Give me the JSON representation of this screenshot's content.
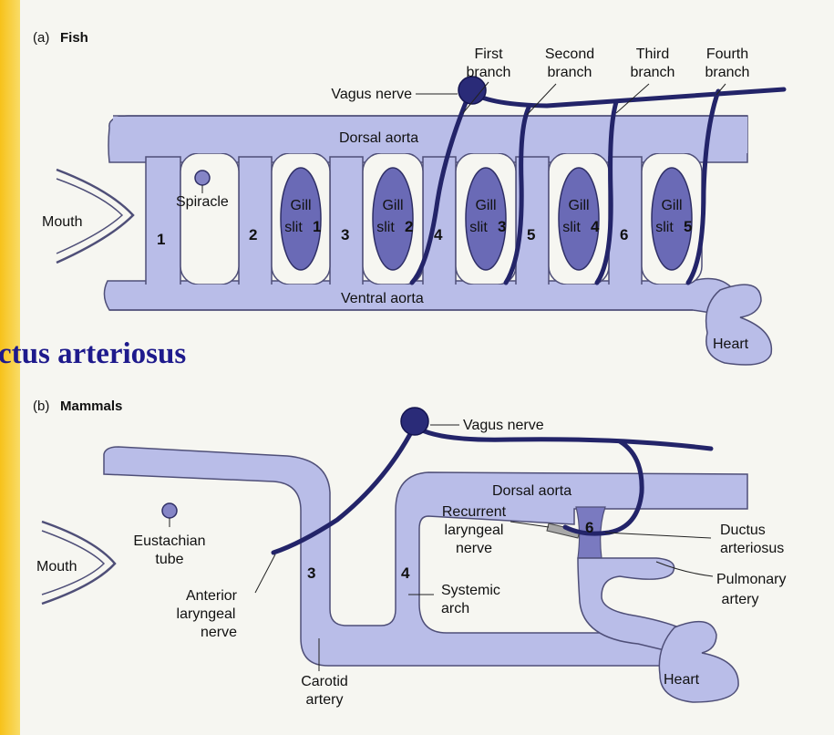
{
  "slide_title": "ctus arteriosus",
  "fish": {
    "panel_letter": "(a)",
    "panel_name": "Fish",
    "branches": [
      {
        "line1": "First",
        "line2": "branch"
      },
      {
        "line1": "Second",
        "line2": "branch"
      },
      {
        "line1": "Third",
        "line2": "branch"
      },
      {
        "line1": "Fourth",
        "line2": "branch"
      }
    ],
    "vagus_nerve": "Vagus nerve",
    "dorsal_aorta": "Dorsal aorta",
    "ventral_aorta": "Ventral aorta",
    "spiracle": "Spiracle",
    "mouth": "Mouth",
    "heart": "Heart",
    "arch_numbers": [
      "1",
      "2",
      "3",
      "4",
      "5",
      "6"
    ],
    "gill_word": "Gill",
    "slit_word": "slit",
    "slit_numbers": [
      "1",
      "2",
      "3",
      "4",
      "5"
    ]
  },
  "mammal": {
    "panel_letter": "(b)",
    "panel_name": "Mammals",
    "vagus_nerve": "Vagus nerve",
    "dorsal_aorta": "Dorsal aorta",
    "recurrent_laryngeal": [
      "Recurrent",
      "laryngeal",
      "nerve"
    ],
    "ductus_arteriosus": [
      "Ductus",
      "arteriosus"
    ],
    "pulmonary_artery": [
      "Pulmonary",
      "artery"
    ],
    "systemic_arch": [
      "Systemic",
      "arch"
    ],
    "eustachian_tube": [
      "Eustachian",
      "tube"
    ],
    "mouth": "Mouth",
    "anterior_laryngeal": [
      "Anterior",
      "laryngeal",
      "nerve"
    ],
    "carotid_artery": [
      "Carotid",
      "artery"
    ],
    "heart": "Heart",
    "arch_numbers": [
      "3",
      "4",
      "6"
    ]
  },
  "colors": {
    "vessel": "#b9bde8",
    "gill_slit": "#6a6ab6",
    "nerve": "#232469",
    "slide_title": "#1e1a8c",
    "left_band": "#f7c21a"
  }
}
